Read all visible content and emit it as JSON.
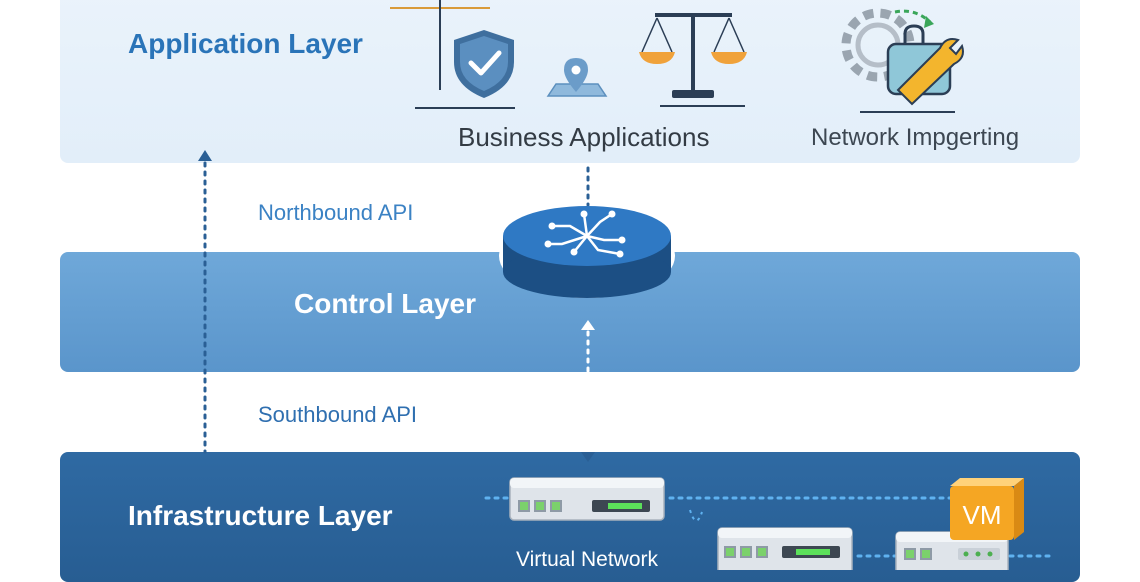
{
  "layers": {
    "application": "Application Layer",
    "control": "Control Layer",
    "infrastructure": "Infrastructure Layer"
  },
  "labels": {
    "business_applications": "Business Applications",
    "network_importing": "Network Impgerting",
    "northbound_api": "Northbound API",
    "southbound_api": "Southbound API",
    "virtual_network": "Virtual Network",
    "vm": "VM"
  },
  "icons": [
    "shield-check-icon",
    "map-pin-icon",
    "balance-scale-icon",
    "gear-wrench-icon",
    "sdn-controller-icon",
    "network-switch-icon",
    "vm-cube-icon"
  ],
  "colors": {
    "application_layer": "#e2eef9",
    "control_layer": "#5a95cb",
    "infrastructure_layer": "#275d92",
    "accent": "#2a74b8"
  }
}
